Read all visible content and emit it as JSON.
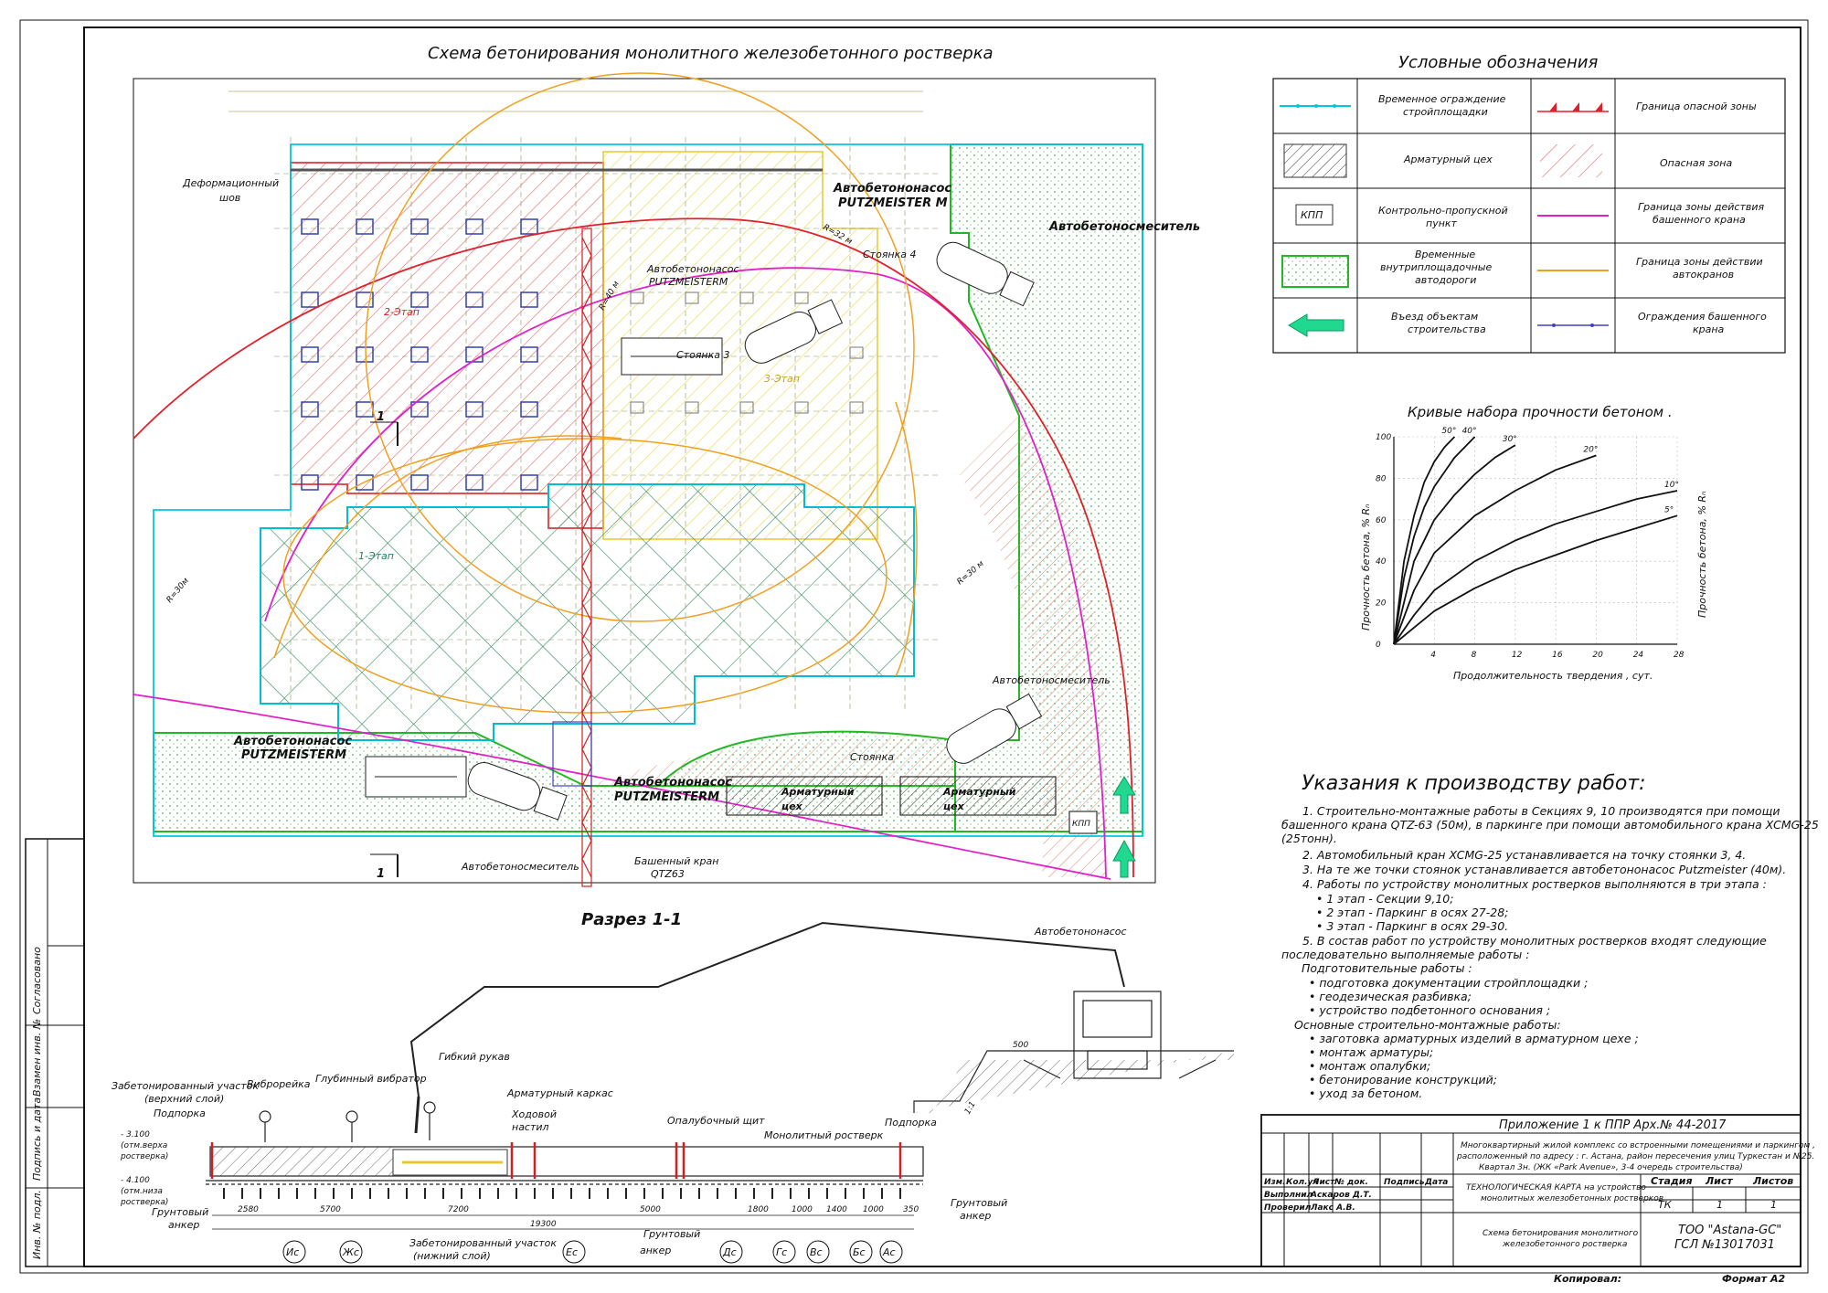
{
  "site_plan": {
    "title": "Схема бетонирования монолитного железобетонного ростверка",
    "labels": {
      "deform_joint_1": "Деформационный",
      "deform_joint_2": "шов",
      "pump_m_1": "Автобетононасос",
      "pump_m_2": "PUTZMEISTER M",
      "r32": "R=32 м",
      "stand4": "Стоянка 4",
      "mixer_top": "Автобетоносмеситель",
      "pump_top_1": "Автобетононасос",
      "pump_top_2": "PUTZMEISTERM",
      "r40": "R=40 м",
      "stage2": "2-Этап",
      "stand3": "Стоянка 3",
      "stage3": "3-Этап",
      "stage1": "1-Этап",
      "r30_left": "R=30м",
      "r30_right": "R=30 м",
      "mixer_mid": "Автобетоносмеситель",
      "pump_left_1": "Автобетононасос",
      "pump_left_2": "PUTZMEISTERM",
      "stand": "Стоянка",
      "pump_bottom_1": "Автобетононасос",
      "pump_bottom_2": "PUTZMEISTERM",
      "shop_1a": "Арматурный",
      "shop_1b": "цех",
      "shop_2a": "Арматурный",
      "shop_2b": "цех",
      "kpp": "КПП",
      "mixer_bottom": "Автобетоносмеситель",
      "crane_1": "Башенный кран",
      "crane_2": "QTZ63",
      "cut_mark": "1"
    }
  },
  "legend": {
    "title": "Условные обозначения",
    "items": [
      {
        "text": [
          "Временное ограждение",
          "стройплощадки"
        ],
        "color": "#00c8d8"
      },
      {
        "text": [
          "Граница опасной зоны"
        ],
        "color": "#e0202a"
      },
      {
        "text": [
          "Арматурный цех"
        ],
        "color": "#333333"
      },
      {
        "text": [
          "Опасная зона"
        ],
        "color": "#e07070"
      },
      {
        "text": [
          "Контрольно-пропускной",
          "пункт"
        ],
        "color": "#333333"
      },
      {
        "text": [
          "Граница зоны действия",
          "башенного крана"
        ],
        "color": "#e020c8"
      },
      {
        "text": [
          "Временные",
          "внутриплощадочные",
          "автодороги"
        ],
        "color": "#22b822"
      },
      {
        "text": [
          "Граница зоны действии",
          "автокранов"
        ],
        "color": "#f0a020"
      },
      {
        "text": [
          "Въезд объектам",
          "строительства"
        ],
        "color": "#20d890"
      },
      {
        "text": [
          "Ограждения башенного",
          "крана"
        ],
        "color": "#4040c0"
      }
    ],
    "kpp_symbol": "КПП"
  },
  "chart_data": {
    "type": "line",
    "title": "Кривые набора прочности бетоном .",
    "xlabel": "Продолжительность твердения , сут.",
    "ylabel": "Прочность бетона, % Rₙ",
    "ylabel_right": "Прочность бетона, % Rₙ",
    "xlim": [
      0,
      28
    ],
    "ylim": [
      0,
      100
    ],
    "xticks": [
      4,
      8,
      12,
      16,
      20,
      24,
      28
    ],
    "yticks": [
      0,
      20,
      40,
      60,
      80,
      100
    ],
    "series": [
      {
        "name": "50°",
        "x": [
          0,
          1,
          2,
          3,
          4,
          5,
          6
        ],
        "y": [
          0,
          40,
          62,
          78,
          88,
          95,
          100
        ]
      },
      {
        "name": "40°",
        "x": [
          0,
          1,
          2,
          3,
          4,
          6,
          8
        ],
        "y": [
          0,
          32,
          52,
          66,
          76,
          90,
          100
        ]
      },
      {
        "name": "30°",
        "x": [
          0,
          2,
          4,
          6,
          8,
          10,
          12
        ],
        "y": [
          0,
          40,
          60,
          72,
          82,
          90,
          96
        ]
      },
      {
        "name": "20°",
        "x": [
          0,
          2,
          4,
          8,
          12,
          16,
          20
        ],
        "y": [
          0,
          26,
          44,
          62,
          74,
          84,
          91
        ]
      },
      {
        "name": "10°",
        "x": [
          0,
          2,
          4,
          8,
          12,
          16,
          20,
          24,
          28
        ],
        "y": [
          0,
          14,
          26,
          40,
          50,
          58,
          64,
          70,
          74
        ]
      },
      {
        "name": "5°",
        "x": [
          0,
          2,
          4,
          8,
          12,
          16,
          20,
          24,
          28
        ],
        "y": [
          0,
          8,
          16,
          27,
          36,
          43,
          50,
          56,
          62
        ]
      }
    ]
  },
  "notes": {
    "title": "Указания к производству работ:",
    "lines": [
      "1. Строительно-монтажные работы в Секциях 9, 10 производятся при помощи",
      "башенного крана QTZ-63 (50м), в паркинге при помощи автомобильного крана XCMG-25",
      "(25тонн).",
      "2. Автомобильный кран XCMG-25 устанавливается на точку стоянки 3, 4.",
      "3. На те же точки стоянок устанавливается автобетононасос Putzmeister (40м).",
      "4. Работы по устройству монолитных ростверков выполняются в три этапа :",
      "• 1 этап - Секции 9,10;",
      "• 2 этап - Паркинг в осях 27-28;",
      "• 3 этап - Паркинг в осях 29-30.",
      "5. В состав работ по устройству монолитных ростверков входят следующие",
      "последовательно выполняемые работы :",
      "Подготовительные работы :",
      "• подготовка документации стройплощадки ;",
      "• геодезическая разбивка;",
      "• устройство подбетонного основания ;",
      "Основные строительно-монтажные работы:",
      "• заготовка арматурных изделий в арматурном цехе ;",
      "• монтаж арматуры;",
      "• монтаж опалубки;",
      "• бетонирование конструкций;",
      "• уход за бетоном."
    ]
  },
  "section": {
    "title": "Разрез 1-1",
    "labels": {
      "pump": "Автобетононасос",
      "hose": "Гибкий рукав",
      "rebar_frame": "Арматурный каркас",
      "walkway_1": "Ходовой",
      "walkway_2": "настил",
      "shield": "Опалубочный щит",
      "grillage": "Монолитный ростверк",
      "prop_1": "Подпорка",
      "prop_2": "Подпорка",
      "concreted_top_1": "Забетонированный участок",
      "concreted_top_2": "(верхний слой)",
      "vibro_rail": "Виброрейка",
      "deep_vibr": "Глубинный вибратор",
      "lvl1_a": "- 3.100",
      "lvl1_b": "(отм.верха",
      "lvl1_c": "ростверка)",
      "lvl2_a": "- 4.100",
      "lvl2_b": "(отм.низа",
      "lvl2_c": "ростверка)",
      "ground_anchor_l1": "Грунтовый",
      "ground_anchor_l2": "анкер",
      "ground_anchor_m1": "Грунтовый",
      "ground_anchor_m2": "анкер",
      "ground_anchor_r1": "Грунтовый",
      "ground_anchor_r2": "анкер",
      "concreted_bot_1": "Забетонированный участок",
      "concreted_bot_2": "(нижний слой)",
      "dim_500": "500",
      "dim_11": "1:1"
    },
    "dims": [
      "2580",
      "5700",
      "7200",
      "5000",
      "1800",
      "1000",
      "1400",
      "1000",
      "350"
    ],
    "dim_total": "19300",
    "axes": [
      "Ис",
      "Жс",
      "Ес",
      "Дс",
      "Гс",
      "Вс",
      "Бс",
      "Ас"
    ]
  },
  "stamp": {
    "appendix": "Приложение 1 к ППР Арх.№ 44-2017",
    "project_1": "Многоквартирный жилой комплекс со встроенными помещениями и паркингом ,",
    "project_2": "расположенный по адресу : г. Астана, район пересечения улиц Туркестан и №25.",
    "project_3": "Квартал 3н. (ЖК «Park Avenue», 3-4 очередь строительства)",
    "head_cells": [
      "Изм.",
      "Кол.уч",
      "Лист",
      "№ док.",
      "Подпись",
      "Дата"
    ],
    "role_1": "Выполнил",
    "name_1": "Аскаров Д.Т.",
    "role_2": "Проверил",
    "name_2": "Лакс А.В.",
    "doc_1": "ТЕХНОЛОГИЧЕСКАЯ КАРТА на устройство",
    "doc_2": "монолитных железобетонных ростверков",
    "sheet_1": "Схема бетонирования монолитного",
    "sheet_2": "железобетонного ростверка",
    "stage_h": "Стадия",
    "list_h": "Лист",
    "lists_h": "Листов",
    "stage_v": "ТК",
    "list_v": "1",
    "lists_v": "1",
    "org_1": "ТОО \"Astana-GC\"",
    "org_2": "ГСЛ №13017031",
    "copied": "Копировал:",
    "format": "Формат А2"
  },
  "side_stamp": {
    "agreed": "Согласовано",
    "replace": "Взамен инв. №",
    "sign_date": "Подпись и дата",
    "inv": "Инв. № подл."
  }
}
